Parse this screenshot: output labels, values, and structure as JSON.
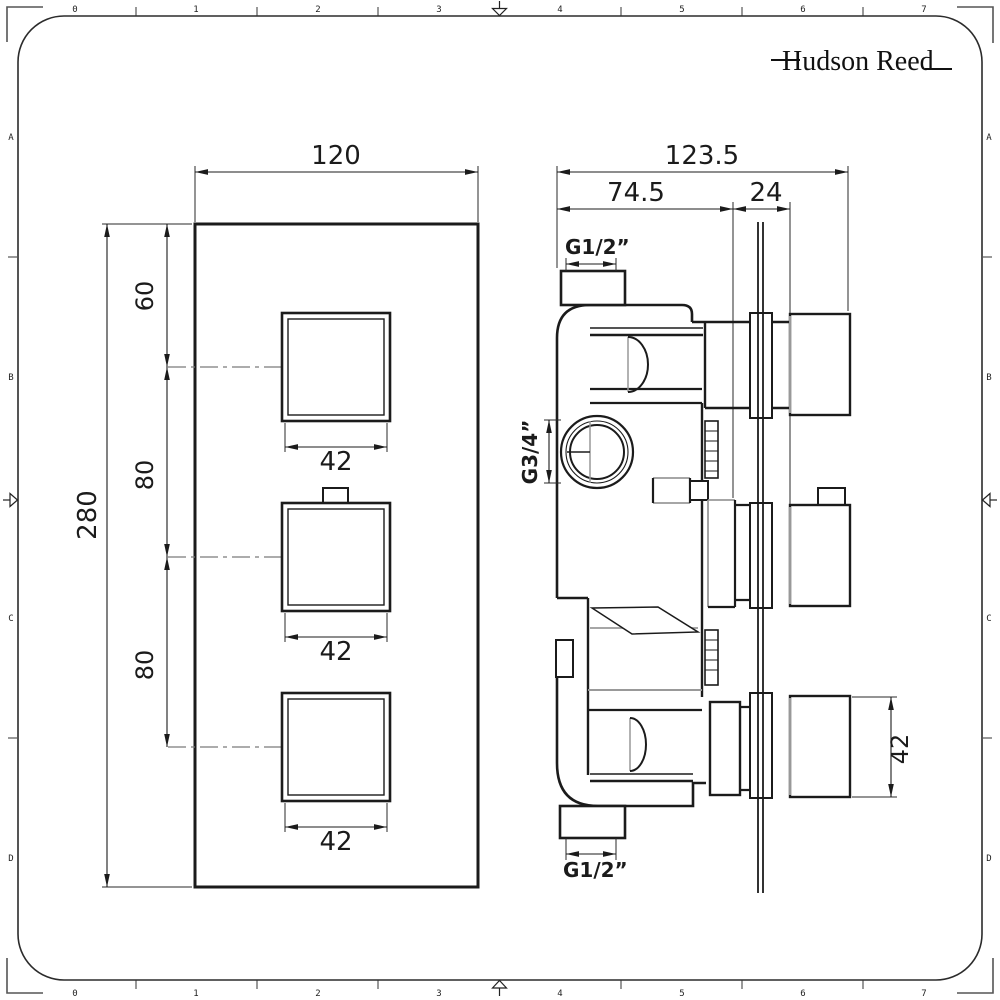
{
  "logo": {
    "text": "Hudson Reed"
  },
  "frame": {
    "h_ruler": [
      "0",
      "1",
      "2",
      "3",
      "4",
      "5",
      "6",
      "7"
    ],
    "v_ruler": [
      "A",
      "B",
      "C",
      "D"
    ]
  },
  "front_view": {
    "width": "120",
    "height": "280",
    "offset_top": "60",
    "pitch_1": "80",
    "pitch_2": "80",
    "handle_1": "42",
    "handle_2": "42",
    "handle_3": "42"
  },
  "side_view": {
    "depth_total": "123.5",
    "depth_body": "74.5",
    "depth_trim": "24",
    "handle_size": "42",
    "thread_top": "G1/2”",
    "thread_mid": "G3/4”",
    "thread_bottom": "G1/2”"
  },
  "colors": {
    "line": "#1b1b1b",
    "hidden": "#999999",
    "background": "#ffffff"
  }
}
